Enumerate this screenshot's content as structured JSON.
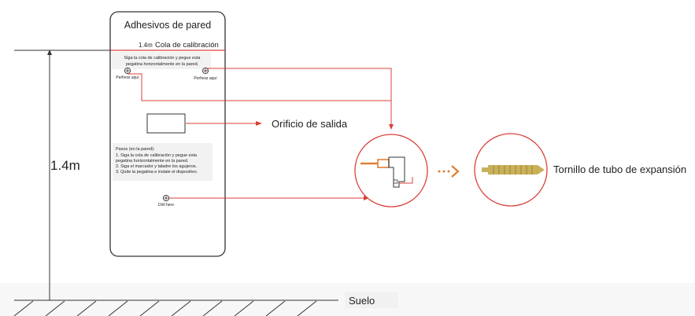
{
  "sticker": {
    "title": "Adhesivos de pared",
    "height_mark": "1.4m",
    "calibration_tail": "Cola de calibración",
    "instruction_line1": "Siga la cola de calibración y pegue esta",
    "instruction_line2": "pegatina horizontalmente en la pared.",
    "drill_left_label": "Perforar aquí",
    "drill_right_label": "Perforar aquí",
    "steps_title": "Pasos (en la pared):",
    "step1_line1": "1. Siga la cola de calibración y pegue esta",
    "step1_line2": "pegatina horizontalmente en la pared.",
    "step2": "2. Siga el marcador y taladre los agujeros.",
    "step3": "3. Quite la pegatina e instale el dispositivo.",
    "drill_bottom_label": "Drill here"
  },
  "labels": {
    "outlet": "Orificio de salida",
    "expansion_screw": "Tornillo de tubo de expansión",
    "height": "1.4m",
    "floor": "Suelo"
  },
  "colors": {
    "accent": "#d9403a",
    "orange": "#e07f36",
    "outline": "#333333",
    "dowel": "#c9b15a"
  },
  "icons": {
    "drill_target": "crosshair-circle-icon",
    "drill_detail": "drill-icon",
    "dowel": "expansion-dowel-icon",
    "arrow": "dotted-arrow-icon"
  }
}
